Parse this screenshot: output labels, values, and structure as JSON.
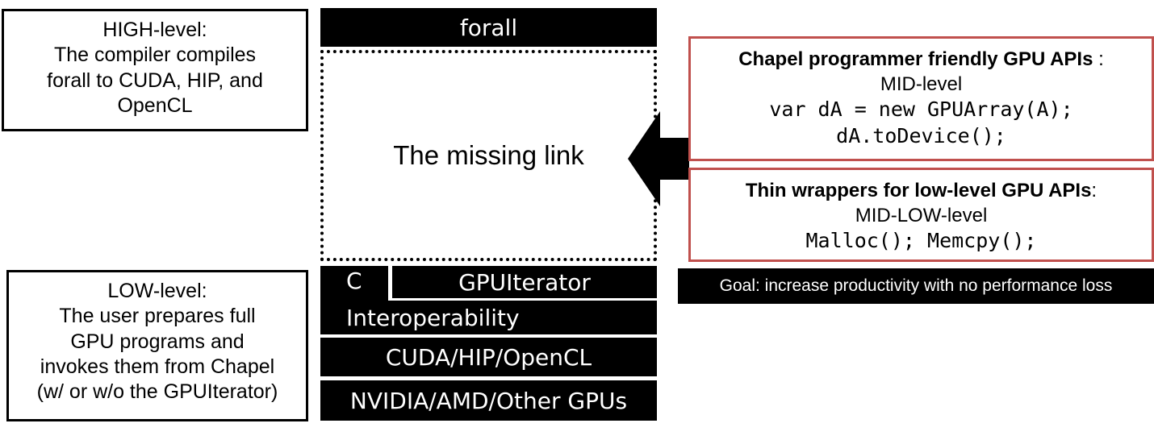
{
  "high_note": {
    "lines": [
      "HIGH-level:",
      "The compiler compiles",
      "forall to CUDA, HIP, and",
      "OpenCL"
    ]
  },
  "low_note": {
    "lines": [
      "LOW-level:",
      "The user prepares full",
      "GPU programs and",
      "invokes them from Chapel",
      "(w/ or w/o the GPUIterator)"
    ]
  },
  "stack": {
    "forall": "forall",
    "missing_link": "The missing link",
    "c_label": "C",
    "gpuiterator": "GPUIterator",
    "interoperability": "Interoperability",
    "cuda_hip_opencl": "CUDA/HIP/OpenCL",
    "gpus": "NVIDIA/AMD/Other GPUs"
  },
  "mid_api": {
    "title": "Chapel programmer friendly GPU APIs",
    "title_suffix": " :",
    "level": "MID-level",
    "code_1": "var dA = new GPUArray(A);",
    "code_2": "dA.toDevice();"
  },
  "midlow_api": {
    "title": "Thin wrappers for low-level GPU APIs",
    "title_suffix": ":",
    "level": "MID-LOW-level",
    "code_1": "Malloc(); Memcpy();"
  },
  "goal": "Goal: increase productivity with no performance loss",
  "colors": {
    "api_border": "#c0504d",
    "bar_fill": "#000000"
  }
}
